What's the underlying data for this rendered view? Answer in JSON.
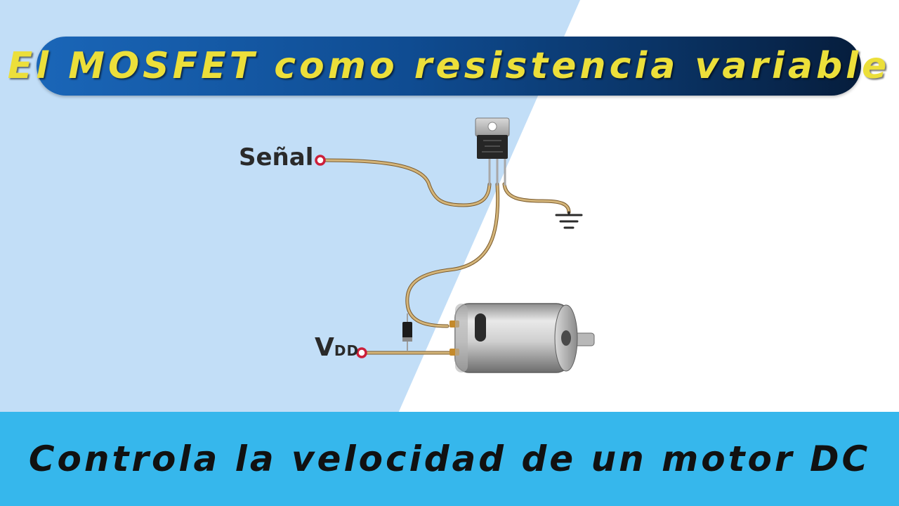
{
  "title": "El MOSFET como resistencia variable",
  "footer": "Controla la velocidad de un motor DC",
  "labels": {
    "signal": "Señal",
    "vdd_main": "V",
    "vdd_sub": "DD"
  },
  "icons": [
    "mosfet-icon",
    "ground-icon",
    "diode-icon",
    "dc-motor-icon",
    "terminal-icon"
  ],
  "colors": {
    "background_left": "#c2def7",
    "background_right": "#ffffff",
    "title_bar_start": "#1a66b8",
    "title_bar_end": "#061d3c",
    "title_text": "#ecdf3a",
    "footer_band": "#36b7ec",
    "wire": "#c8a96a",
    "terminal": "#cc1f3a"
  }
}
